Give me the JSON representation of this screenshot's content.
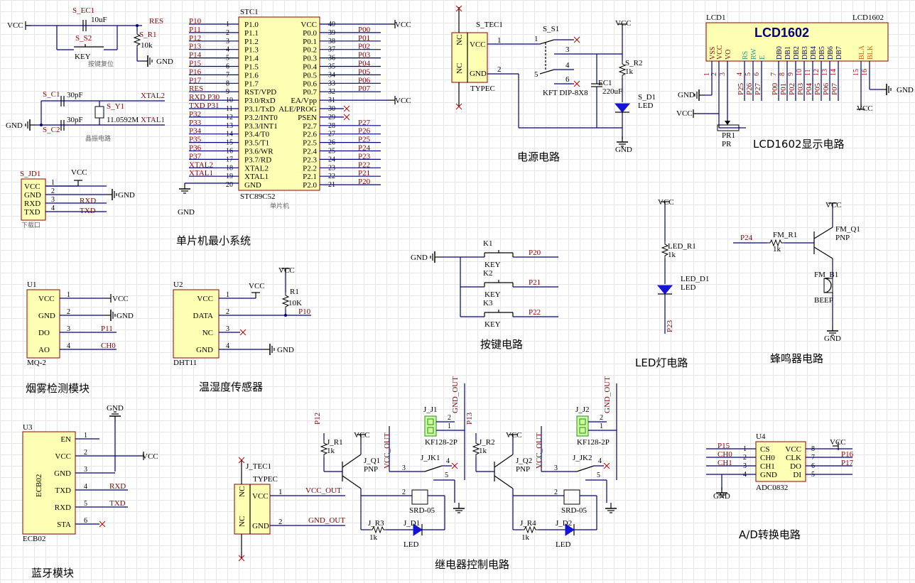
{
  "captions": {
    "mcu": "单片机最小系统",
    "power": "电源电路",
    "lcd": "LCD1602显示电路",
    "key": "按键电路",
    "led": "LED灯电路",
    "buzzer": "蜂鸣器电路",
    "smoke": "烟雾检测模块",
    "dht": "温湿度传感器",
    "bt": "蓝牙模块",
    "relay": "继电器控制电路",
    "adc": "A/D转换电路",
    "reset_sub": "按键复位",
    "crystal_sub": "晶振电路",
    "download_sub": "下载口",
    "mcu_sub": "单片机"
  },
  "reset": {
    "vcc": "VCC",
    "ec1": "S_EC1",
    "ec1_val": "10uF",
    "s2": "S_S2",
    "key": "KEY",
    "res": "RES",
    "r1": "S_R1",
    "r1_val": "10k",
    "gnd": "GND"
  },
  "crystal": {
    "c1": "S_C1",
    "c2": "S_C2",
    "c_val": "30pF",
    "y1": "S_Y1",
    "y_val": "11.0592M",
    "xtal2": "XTAL2",
    "xtal1": "XTAL1",
    "gnd": "GND"
  },
  "download": {
    "ref": "S_JD1",
    "pins": [
      "VCC",
      "GND",
      "RXD",
      "TXD"
    ],
    "nets": [
      "VCC",
      "GND",
      "RXD",
      "TXD"
    ]
  },
  "mcu": {
    "ref": "STC1",
    "part": "STC89C52",
    "left_pins": [
      "P1.0",
      "P1.1",
      "P1.2",
      "P1.3",
      "P1.4",
      "P1.5",
      "P1.6",
      "P1.7",
      "RST/VPD",
      "P3.0/RxD",
      "P3.1/TxD",
      "P3.2/INT0",
      "P3.3/INT1",
      "P3.4/T0",
      "P3.5/T1",
      "P3.6/WR",
      "P3.7/RD",
      "XTAL2",
      "XTAL1",
      "GND"
    ],
    "left_nums": [
      "1",
      "2",
      "3",
      "4",
      "5",
      "6",
      "7",
      "8",
      "9",
      "10",
      "11",
      "12",
      "13",
      "14",
      "15",
      "16",
      "17",
      "18",
      "19",
      "20"
    ],
    "left_nets": [
      "P10",
      "P11",
      "P12",
      "P13",
      "P14",
      "P15",
      "P16",
      "P17",
      "RES",
      "RXD P30",
      "TXD P31",
      "P32",
      "P33",
      "P34",
      "P35",
      "P36",
      "P37",
      "XTAL2",
      "XTAL1",
      ""
    ],
    "right_pins": [
      "VCC",
      "P0.0",
      "P0.1",
      "P0.2",
      "P0.3",
      "P0.4",
      "P0.5",
      "P0.6",
      "P0.7",
      "EA/Vpp",
      "ALE/PROG",
      "PSEN",
      "P2.7",
      "P2.6",
      "P2.5",
      "P2.4",
      "P2.3",
      "P2.2",
      "P2.1",
      "P2.0"
    ],
    "right_nums": [
      "40",
      "39",
      "38",
      "37",
      "36",
      "35",
      "34",
      "33",
      "32",
      "31",
      "30",
      "29",
      "28",
      "27",
      "26",
      "25",
      "24",
      "23",
      "22",
      "21"
    ],
    "right_nets": [
      "VCC",
      "P00",
      "P01",
      "P02",
      "P03",
      "P04",
      "P05",
      "P06",
      "P07",
      "VCC",
      "",
      "",
      "P27",
      "P26",
      "P25",
      "P24",
      "P23",
      "P22",
      "P21",
      "P20"
    ],
    "gnd": "GND"
  },
  "power": {
    "tec": "S_TEC1",
    "nc": "NC",
    "vcc": "VCC",
    "gnd": "GND",
    "type": "TYPEC",
    "s1": "S_S1",
    "sw": "KFT DIP-8X8",
    "ec1": "EC1",
    "ec1_val": "220uF",
    "r2": "S_R2",
    "r2_val": "1k",
    "d1": "S_D1",
    "d1_val": "LED",
    "vnet": "VCC",
    "gnet": "GND",
    "sw_pins": [
      "1",
      "2",
      "3",
      "4",
      "5",
      "6"
    ]
  },
  "lcd": {
    "ref": "LCD1",
    "part": "LCD1602",
    "title": "LCD1602",
    "pins": [
      "VSS",
      "VCC",
      "VO",
      "RS",
      "RW",
      "E",
      "DB0",
      "DB1",
      "DB2",
      "DB3",
      "DB4",
      "DB5",
      "DB6",
      "DB7",
      "BLA",
      "BLK"
    ],
    "nums": [
      "1",
      "2",
      "3",
      "4",
      "5",
      "6",
      "7",
      "8",
      "9",
      "10",
      "11",
      "12",
      "13",
      "14",
      "15",
      "16"
    ],
    "nets": [
      "",
      "",
      "",
      "P25",
      "P26",
      "P27",
      "P00",
      "P01",
      "P02",
      "P03",
      "P04",
      "P05",
      "P06",
      "P07",
      "",
      ""
    ],
    "gnd": "GND",
    "vcc": "VCC",
    "pr1": "PR1",
    "pr": "PR",
    "gnd2": "GND",
    "vcc2": "VCC"
  },
  "keys": {
    "gnd": "GND",
    "refs": [
      "K1",
      "K2",
      "K3"
    ],
    "label": "KEY",
    "nets": [
      "P20",
      "P21",
      "P22"
    ]
  },
  "ledc": {
    "vcc": "VCC",
    "r": "LED_R1",
    "r_val": "1k",
    "d": "LED_D1",
    "d_val": "LED",
    "net": "P23"
  },
  "buzzer": {
    "vcc": "VCC",
    "net": "P24",
    "r": "FM_R1",
    "r_val": "1k",
    "q": "FM_Q1",
    "q_val": "PNP",
    "b": "FM_B1",
    "b_val": "BEEP",
    "gnd": "GND"
  },
  "mq2": {
    "ref": "U1",
    "part": "MQ-2",
    "pins": [
      "VCC",
      "GND",
      "DO",
      "AO"
    ],
    "nums": [
      "1",
      "2",
      "3",
      "4"
    ],
    "nets": [
      "VCC",
      "GND",
      "P11",
      "CH0"
    ]
  },
  "dht": {
    "ref": "U2",
    "part": "DHT11",
    "pins": [
      "VCC",
      "DATA",
      "NC",
      "GND"
    ],
    "nums": [
      "1",
      "2",
      "3",
      "4"
    ],
    "vcc": "VCC",
    "r": "R1",
    "r_val": "10K",
    "net": "P10",
    "vcc2": "VCC",
    "gnd": "GND"
  },
  "bt": {
    "ref": "U3",
    "part": "ECB02",
    "pins": [
      "EN",
      "VCC",
      "GND",
      "TXD",
      "RXD",
      "STA"
    ],
    "nums": [
      "1",
      "2",
      "3",
      "4",
      "5",
      "6"
    ],
    "nets": [
      "",
      "VCC",
      "",
      "RXD",
      "TXD",
      ""
    ],
    "gnd": "GND"
  },
  "jtec": {
    "ref": "J_TEC1",
    "type": "TYPEC",
    "nc": "NC",
    "vcc": "VCC",
    "gnd": "GND",
    "n1": "VCC_OUT",
    "n2": "GND_OUT"
  },
  "relay1": {
    "j": "J_J1",
    "jval": "KF128-2P",
    "gout": "GND_OUT",
    "vout": "VCC_OUT",
    "p": "P12",
    "r1": "J_R1",
    "r1v": "1k",
    "q": "J_Q1",
    "qv": "PNP",
    "vcc": "VCC",
    "jk": "J_JK1",
    "jkv": "SRD-05",
    "r3": "J_R3",
    "r3v": "1k",
    "d": "J_D1",
    "dv": "LED"
  },
  "relay2": {
    "j": "J_J2",
    "jval": "KF128-2P",
    "gout": "GND_OUT",
    "vout": "VCC_OUT",
    "p": "P13",
    "r1": "J_R2",
    "r1v": "1k",
    "q": "J_Q2",
    "qv": "PNP",
    "vcc": "VCC",
    "jk": "J_JK2",
    "jkv": "SRD-05",
    "r3": "J_R4",
    "r3v": "1k",
    "d": "J_D2",
    "dv": "LED"
  },
  "adc": {
    "ref": "U4",
    "part": "ADC0832",
    "lpins": [
      "CS",
      "CH0",
      "CH1",
      "GND"
    ],
    "lnums": [
      "1",
      "2",
      "3",
      "4"
    ],
    "lnets": [
      "P15",
      "CH0",
      "CH1",
      ""
    ],
    "rpins": [
      "VCC",
      "CLK",
      "DO",
      "DI"
    ],
    "rnums": [
      "8",
      "7",
      "6",
      "5"
    ],
    "rnets": [
      "VCC",
      "P16",
      "P17",
      ""
    ],
    "gnd": "GND"
  }
}
